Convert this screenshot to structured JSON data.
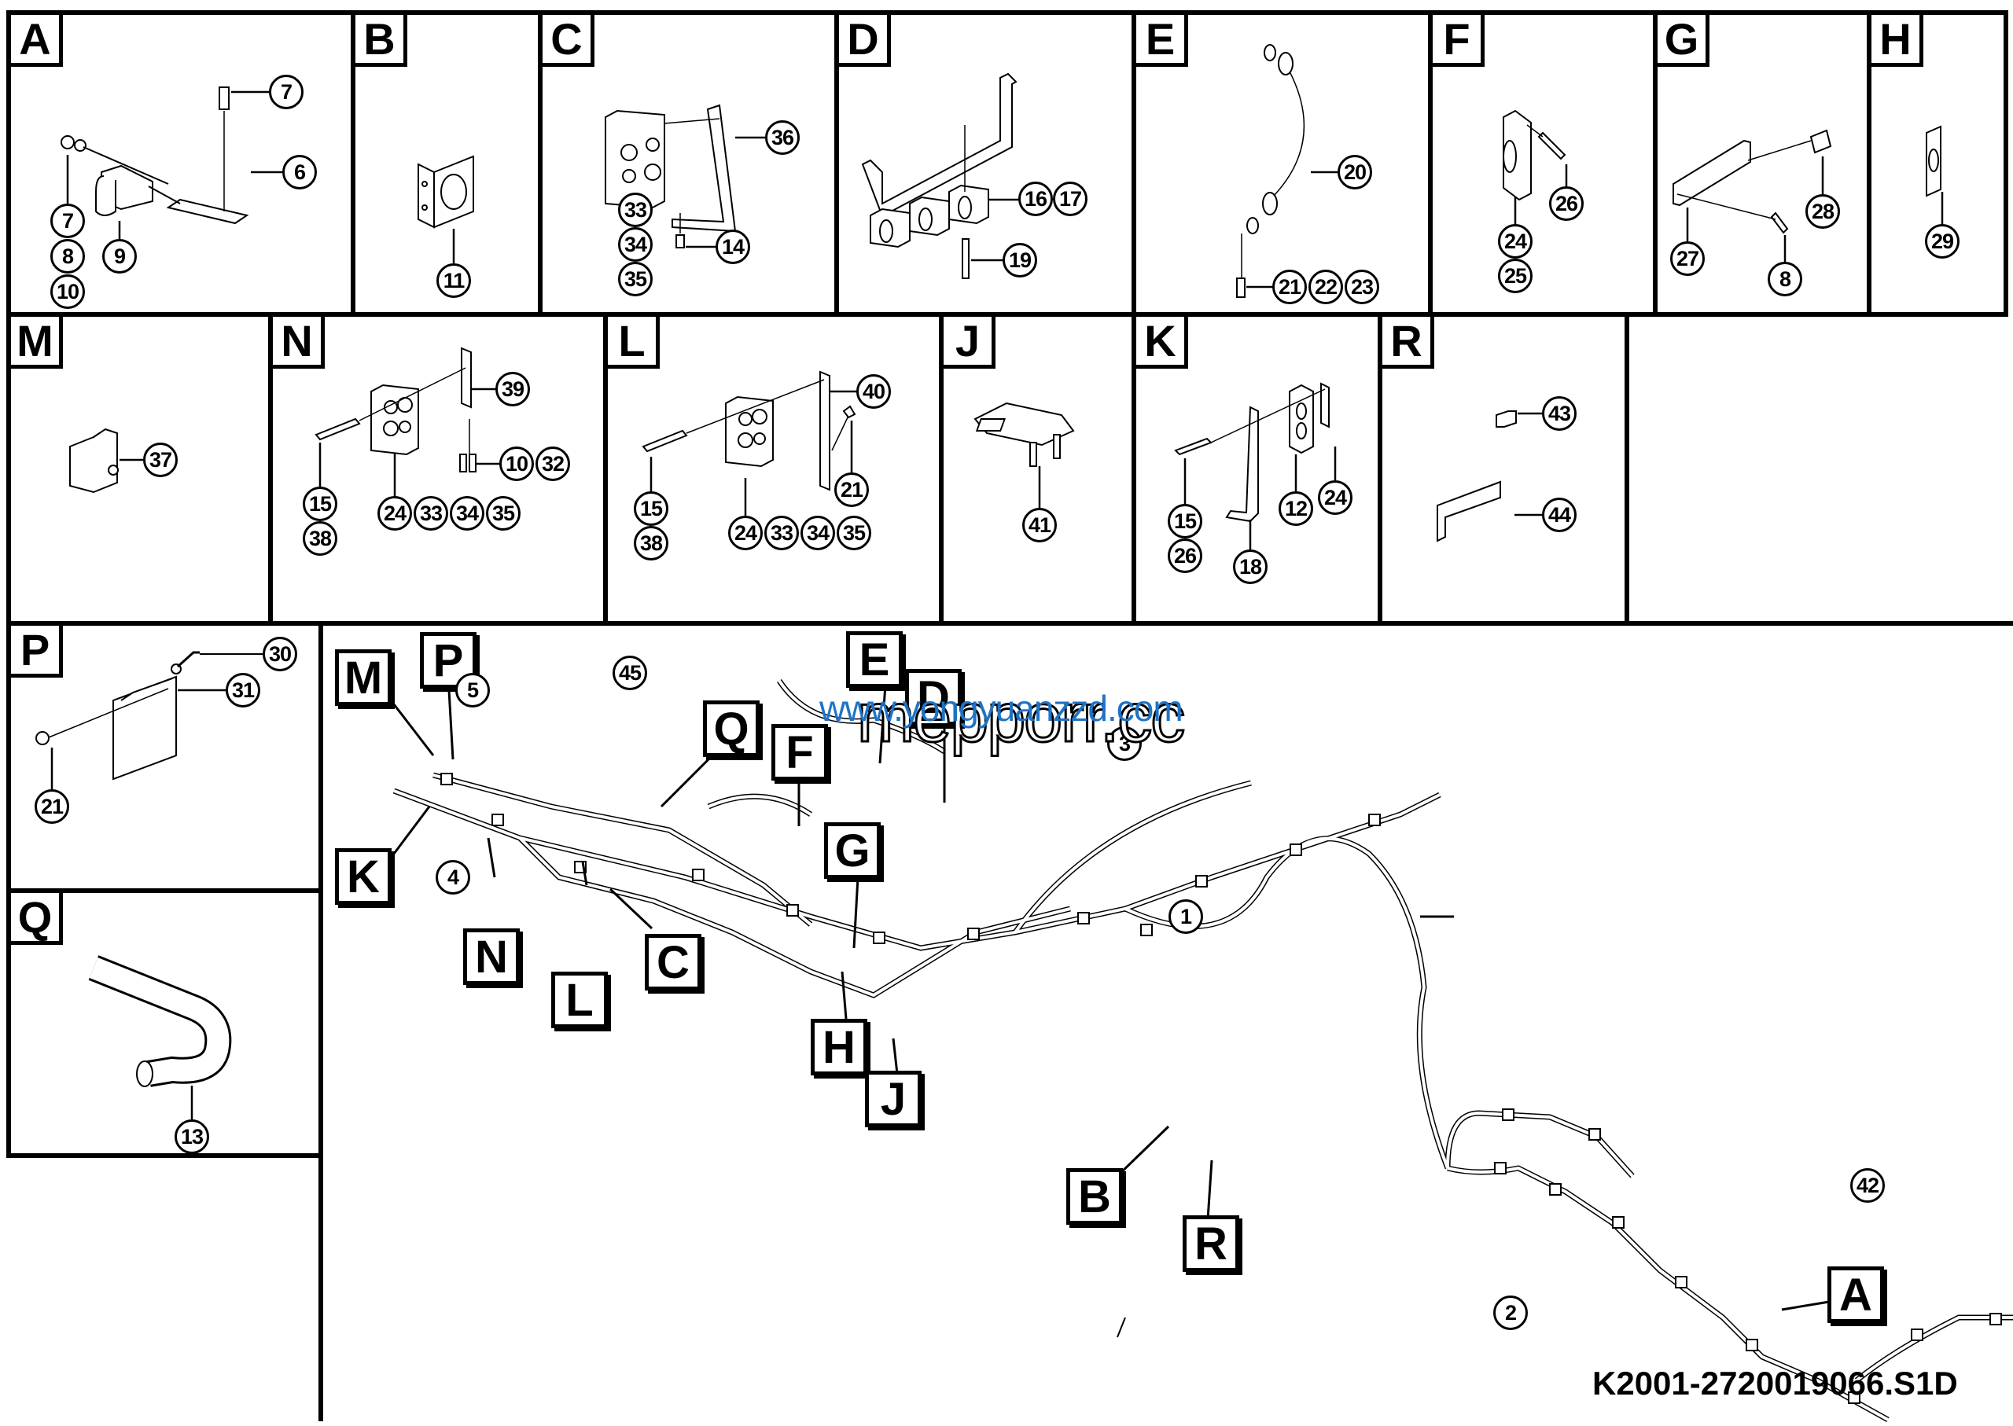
{
  "document_code": "K2001-2720019066.S1D",
  "watermarks": {
    "primary": "www.yongyuanzzd.com",
    "secondary": "mepporr.cc"
  },
  "detail_panels": [
    {
      "id": "A",
      "callouts": [
        "7",
        "7",
        "8",
        "10",
        "9",
        "6"
      ]
    },
    {
      "id": "B",
      "callouts": [
        "11"
      ]
    },
    {
      "id": "C",
      "callouts": [
        "36",
        "33",
        "34",
        "35",
        "14"
      ]
    },
    {
      "id": "D",
      "callouts": [
        "16",
        "17",
        "19"
      ]
    },
    {
      "id": "E",
      "callouts": [
        "20",
        "21",
        "22",
        "23"
      ]
    },
    {
      "id": "F",
      "callouts": [
        "26",
        "24",
        "25"
      ]
    },
    {
      "id": "G",
      "callouts": [
        "27",
        "28",
        "8"
      ]
    },
    {
      "id": "H",
      "callouts": [
        "29"
      ]
    },
    {
      "id": "M",
      "callouts": [
        "37"
      ]
    },
    {
      "id": "N",
      "callouts": [
        "39",
        "10",
        "32",
        "15",
        "38",
        "24",
        "33",
        "34",
        "35"
      ]
    },
    {
      "id": "L",
      "callouts": [
        "40",
        "21",
        "15",
        "38",
        "24",
        "33",
        "34",
        "35"
      ]
    },
    {
      "id": "J",
      "callouts": [
        "41"
      ]
    },
    {
      "id": "K",
      "callouts": [
        "15",
        "26",
        "18",
        "12",
        "24"
      ]
    },
    {
      "id": "R",
      "callouts": [
        "43",
        "44"
      ]
    },
    {
      "id": "P",
      "callouts": [
        "30",
        "31",
        "21"
      ]
    },
    {
      "id": "Q",
      "callouts": [
        "13"
      ]
    }
  ],
  "main_view": {
    "section_callouts": [
      "M",
      "P",
      "K",
      "N",
      "L",
      "C",
      "Q",
      "F",
      "E",
      "D",
      "G",
      "H",
      "J",
      "B",
      "R",
      "A"
    ],
    "item_callouts": [
      "5",
      "4",
      "45",
      "3",
      "1",
      "42",
      "2"
    ]
  }
}
